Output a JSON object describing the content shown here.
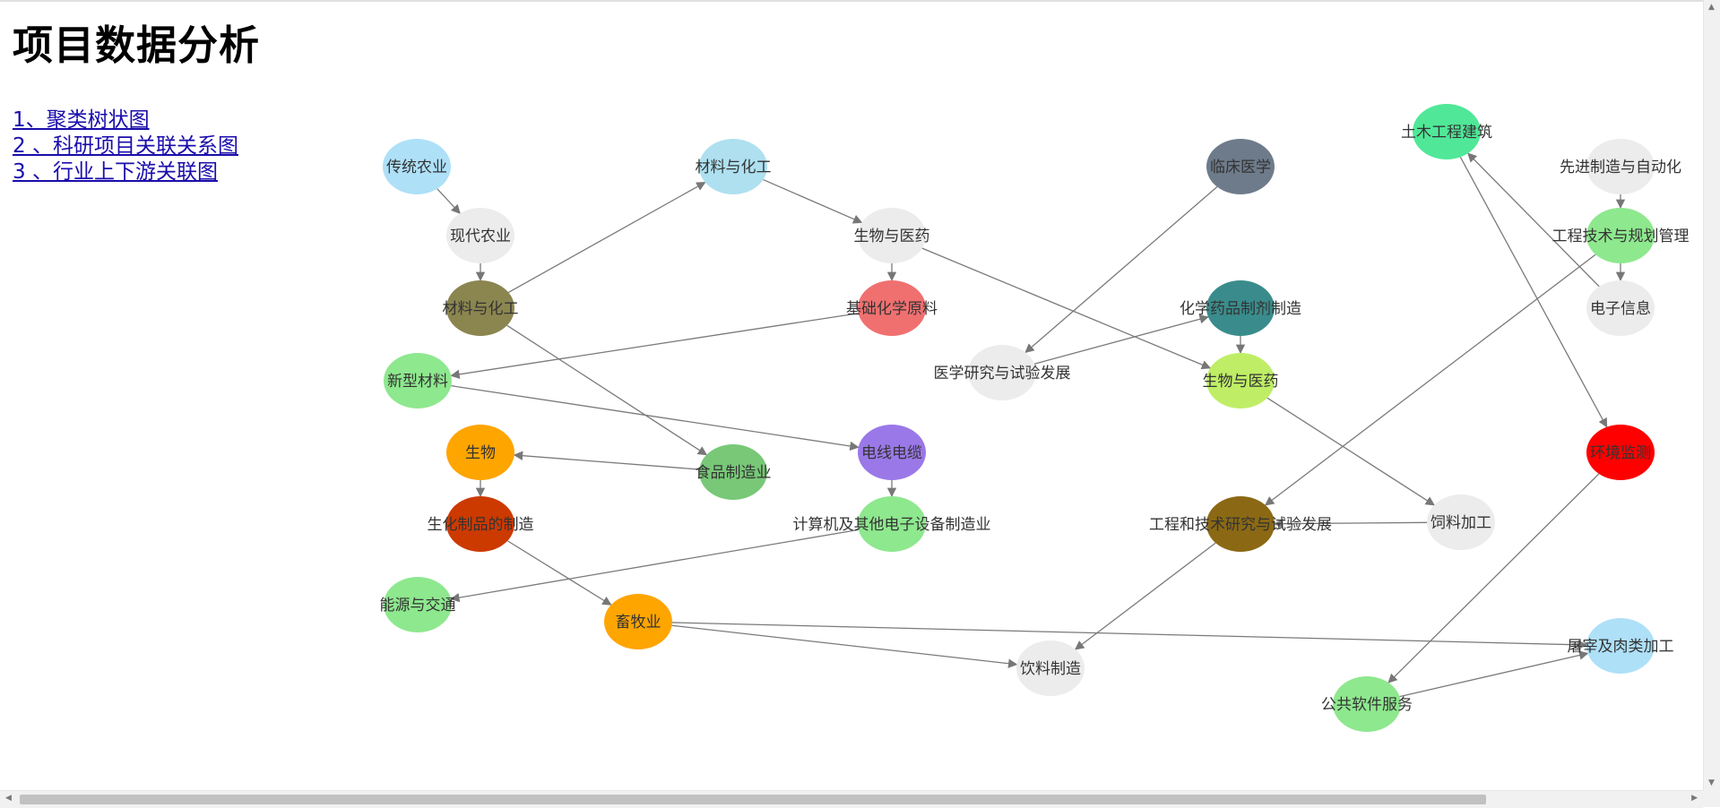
{
  "page": {
    "title": "项目数据分析",
    "links": [
      "1、聚类树状图",
      "2 、科研项目关联关系图",
      "3 、行业上下游关联图"
    ]
  },
  "graph": {
    "nodes": [
      {
        "id": "n1",
        "label": "传统农业",
        "color": "#aee0f8"
      },
      {
        "id": "n2",
        "label": "现代农业",
        "color": "#ececec"
      },
      {
        "id": "n3",
        "label": "材料与化工",
        "color": "#8b8550"
      },
      {
        "id": "n4",
        "label": "新型材料",
        "color": "#8ee88e"
      },
      {
        "id": "n5",
        "label": "生物",
        "color": "#ffa500"
      },
      {
        "id": "n6",
        "label": "生化制品的制造",
        "color": "#cc3a00"
      },
      {
        "id": "n7",
        "label": "能源与交通",
        "color": "#8ee88e"
      },
      {
        "id": "n8",
        "label": "畜牧业",
        "color": "#ffa500"
      },
      {
        "id": "n9",
        "label": "材料与化工",
        "color": "#aee0f0"
      },
      {
        "id": "n10",
        "label": "食品制造业",
        "color": "#78c878"
      },
      {
        "id": "n11",
        "label": "生物与医药",
        "color": "#ececec"
      },
      {
        "id": "n12",
        "label": "基础化学原料",
        "color": "#f07070"
      },
      {
        "id": "n13",
        "label": "电线电缆",
        "color": "#9b78e8"
      },
      {
        "id": "n14",
        "label": "计算机及其他电子设备制造业",
        "color": "#8ee88e"
      },
      {
        "id": "n15",
        "label": "饮料制造",
        "color": "#ececec"
      },
      {
        "id": "n16",
        "label": "医学研究与试验发展",
        "color": "#ececec"
      },
      {
        "id": "n17",
        "label": "临床医学",
        "color": "#6e7b8b"
      },
      {
        "id": "n18",
        "label": "化学药品制剂制造",
        "color": "#3a8c8c"
      },
      {
        "id": "n19",
        "label": "生物与医药",
        "color": "#bfee66"
      },
      {
        "id": "n20",
        "label": "工程和技术研究与试验发展",
        "color": "#8b6914"
      },
      {
        "id": "n21",
        "label": "饲料加工",
        "color": "#ececec"
      },
      {
        "id": "n22",
        "label": "土木工程建筑",
        "color": "#50e898"
      },
      {
        "id": "n23",
        "label": "公共软件服务",
        "color": "#8ee88e"
      },
      {
        "id": "n24",
        "label": "先进制造与自动化",
        "color": "#ececec"
      },
      {
        "id": "n25",
        "label": "工程技术与规划管理",
        "color": "#8ee88e"
      },
      {
        "id": "n26",
        "label": "电子信息",
        "color": "#ececec"
      },
      {
        "id": "n27",
        "label": "环境监测",
        "color": "#ff0000"
      },
      {
        "id": "n28",
        "label": "屠宰及肉类加工",
        "color": "#aee0f8"
      }
    ],
    "edges": [
      {
        "from": "n1",
        "to": "n2"
      },
      {
        "from": "n2",
        "to": "n3"
      },
      {
        "from": "n3",
        "to": "n9"
      },
      {
        "from": "n3",
        "to": "n10"
      },
      {
        "from": "n9",
        "to": "n11"
      },
      {
        "from": "n11",
        "to": "n12"
      },
      {
        "from": "n11",
        "to": "n19"
      },
      {
        "from": "n12",
        "to": "n4"
      },
      {
        "from": "n4",
        "to": "n13"
      },
      {
        "from": "n10",
        "to": "n5"
      },
      {
        "from": "n5",
        "to": "n6"
      },
      {
        "from": "n6",
        "to": "n8"
      },
      {
        "from": "n13",
        "to": "n14"
      },
      {
        "from": "n14",
        "to": "n7"
      },
      {
        "from": "n8",
        "to": "n15"
      },
      {
        "from": "n8",
        "to": "n28"
      },
      {
        "from": "n17",
        "to": "n16"
      },
      {
        "from": "n16",
        "to": "n18"
      },
      {
        "from": "n18",
        "to": "n19"
      },
      {
        "from": "n19",
        "to": "n21"
      },
      {
        "from": "n21",
        "to": "n20"
      },
      {
        "from": "n20",
        "to": "n15"
      },
      {
        "from": "n25",
        "to": "n20"
      },
      {
        "from": "n24",
        "to": "n25"
      },
      {
        "from": "n25",
        "to": "n26"
      },
      {
        "from": "n26",
        "to": "n22"
      },
      {
        "from": "n22",
        "to": "n27"
      },
      {
        "from": "n27",
        "to": "n23"
      },
      {
        "from": "n23",
        "to": "n28"
      }
    ]
  }
}
